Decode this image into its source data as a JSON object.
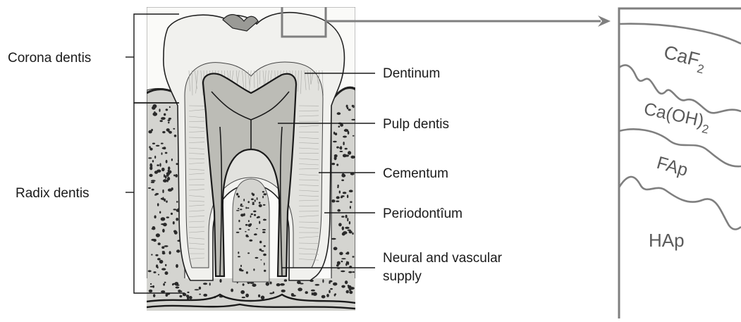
{
  "left_labels": {
    "corona": "Corona dentis",
    "radix": "Radix dentis"
  },
  "right_labels": {
    "dentinum": "Dentinum",
    "pulp": "Pulp dentis",
    "cementum": "Cementum",
    "periodontium": "Periodontîum",
    "neural_line1": "Neural and vascular",
    "neural_line2": "supply"
  },
  "layers": {
    "caf_base": "CaF",
    "caf_sub": "2",
    "caoh_base": "Ca(OH)",
    "caoh_sub": "2",
    "fap": "FAp",
    "hap": "HAp"
  },
  "colors": {
    "line": "#1a1a1a",
    "callout": "#7f7f7f",
    "inset_text": "#5a5a5a",
    "bone_fill": "#d4d4d0",
    "enamel_fill": "#f1f1ee",
    "dentin_fill": "#e2e2de",
    "pulp_fill": "#bcbcb6"
  }
}
